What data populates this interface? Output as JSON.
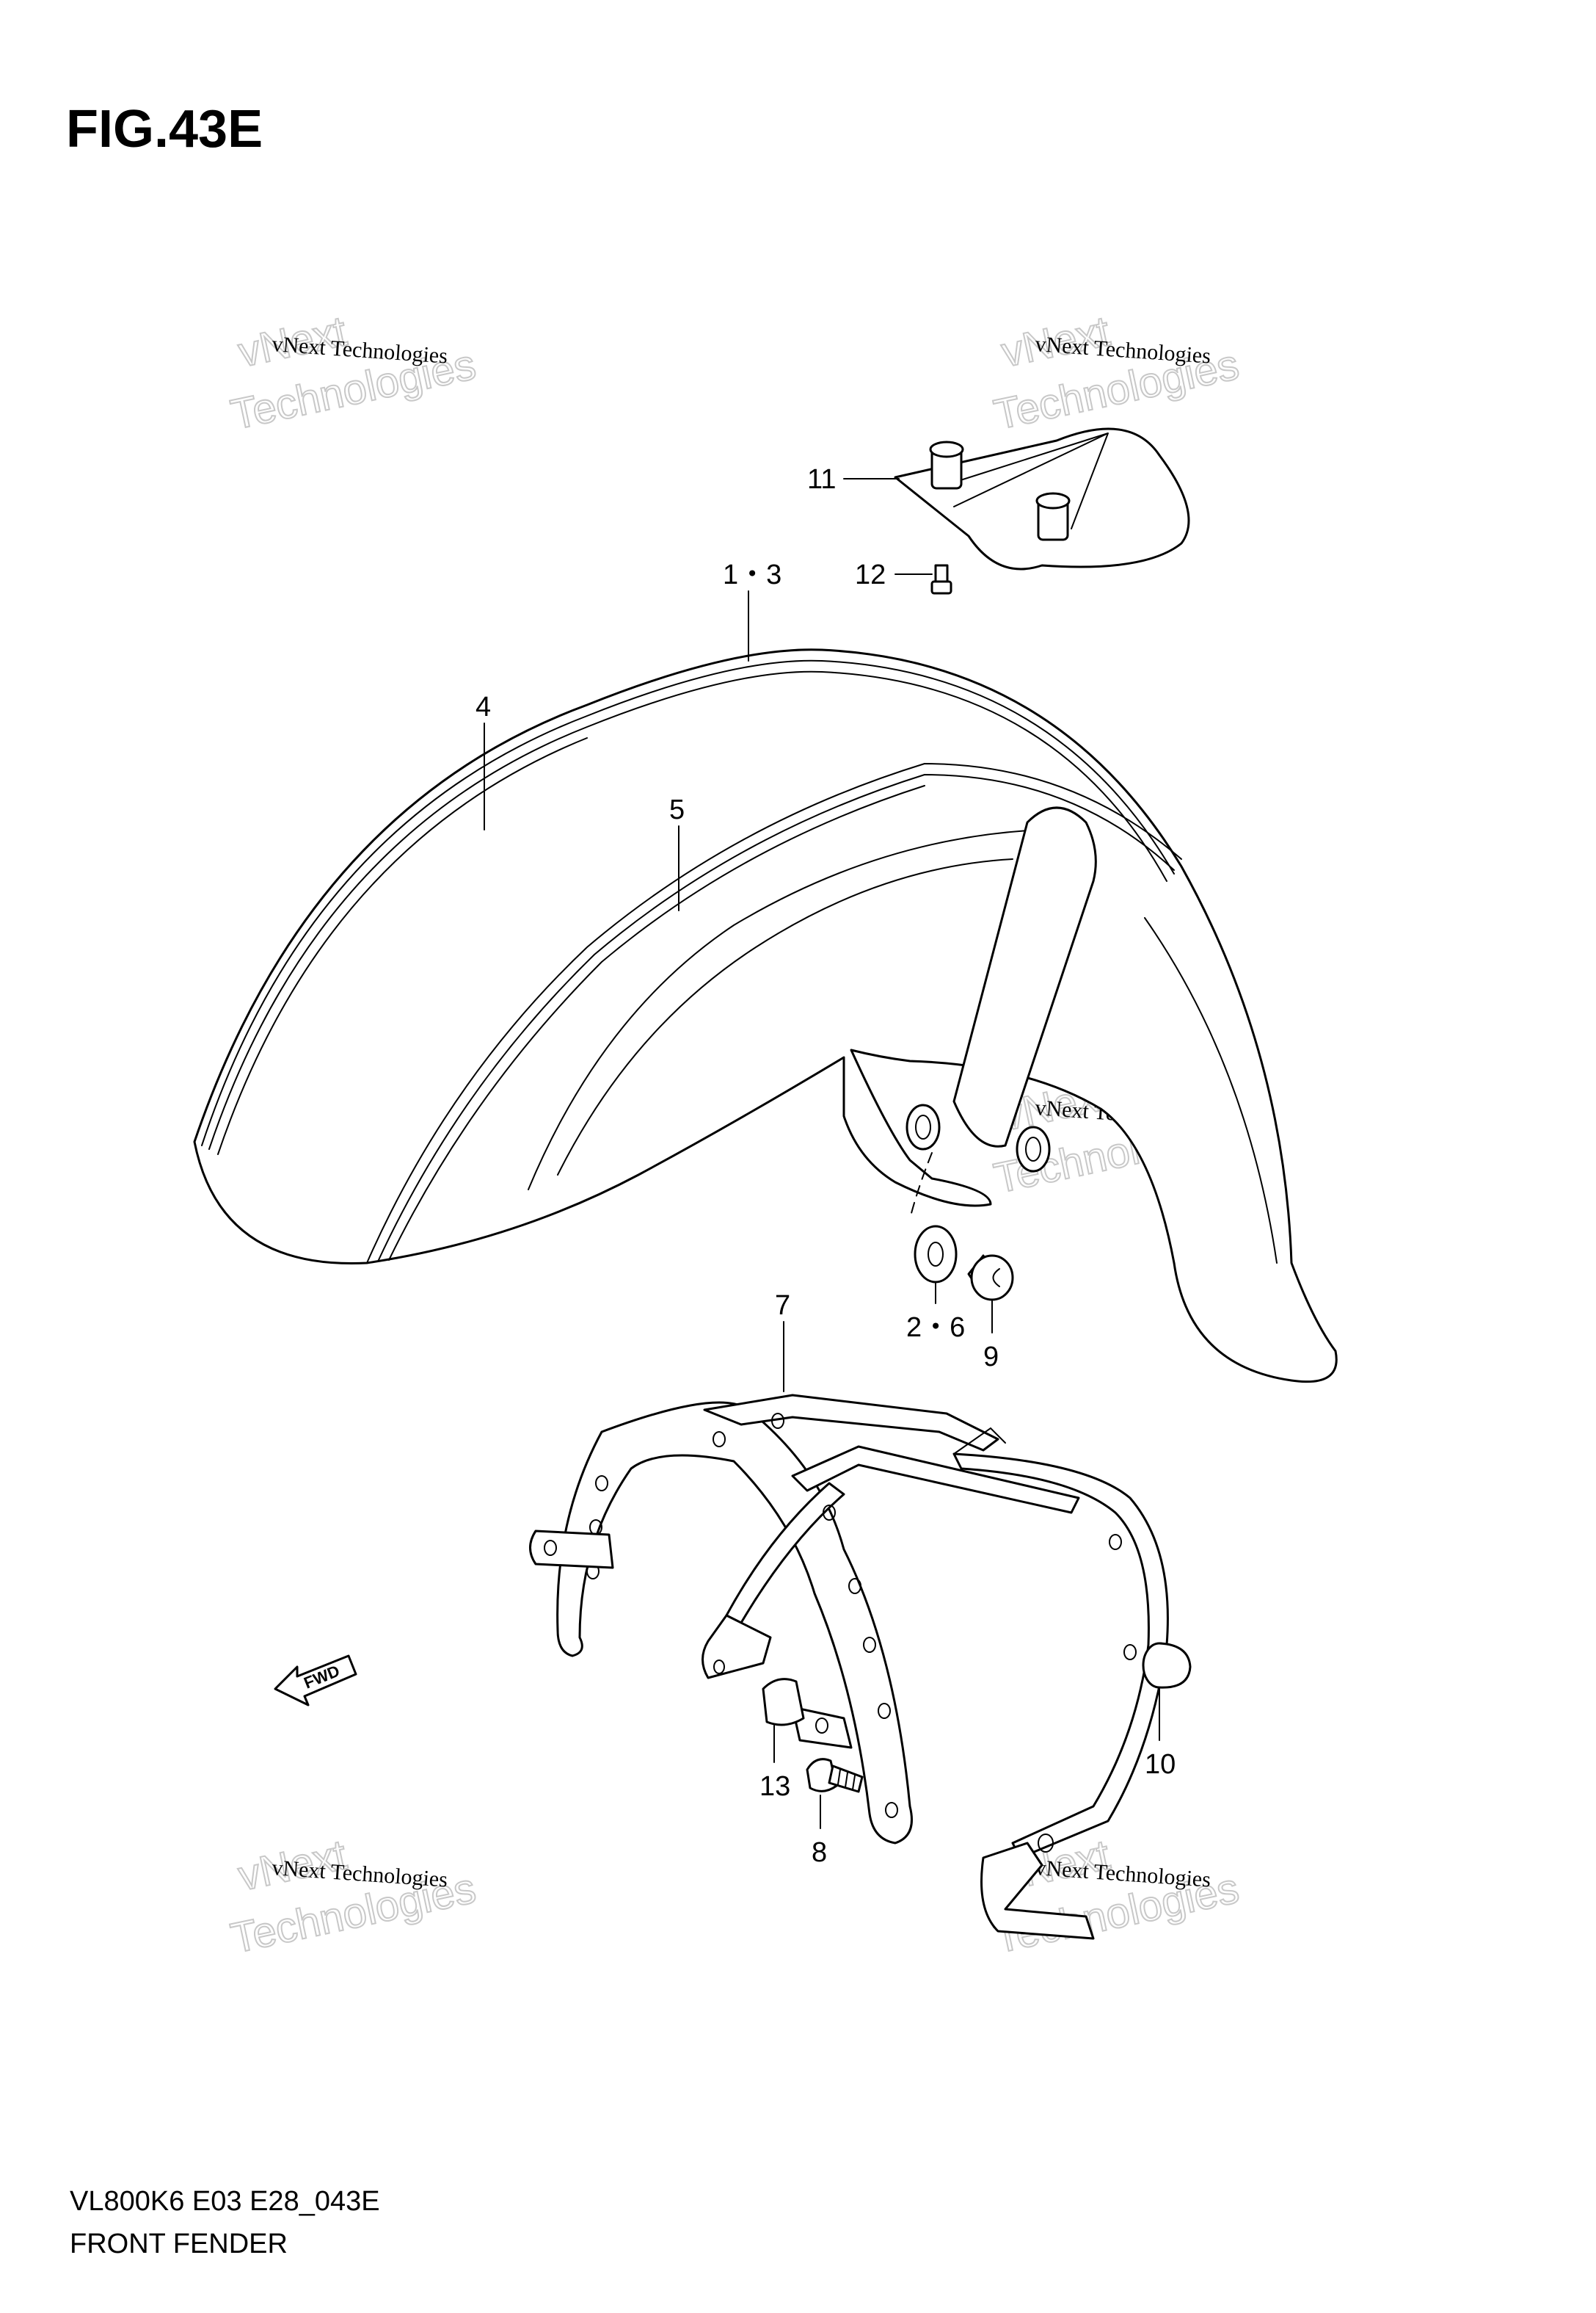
{
  "figure_title": "FIG.43E",
  "footer": {
    "code": "VL800K6 E03 E28_043E",
    "name": "FRONT FENDER"
  },
  "watermark": {
    "line1": "vNext Technologies",
    "line2": "vNext",
    "line3": "Technologies"
  },
  "fwd_label": "FWD",
  "callouts": {
    "c1_3": "1・3",
    "c2_6": "2・6",
    "c4": "4",
    "c5": "5",
    "c7": "7",
    "c8": "8",
    "c9": "9",
    "c10": "10",
    "c11": "11",
    "c12": "12",
    "c13": "13"
  }
}
